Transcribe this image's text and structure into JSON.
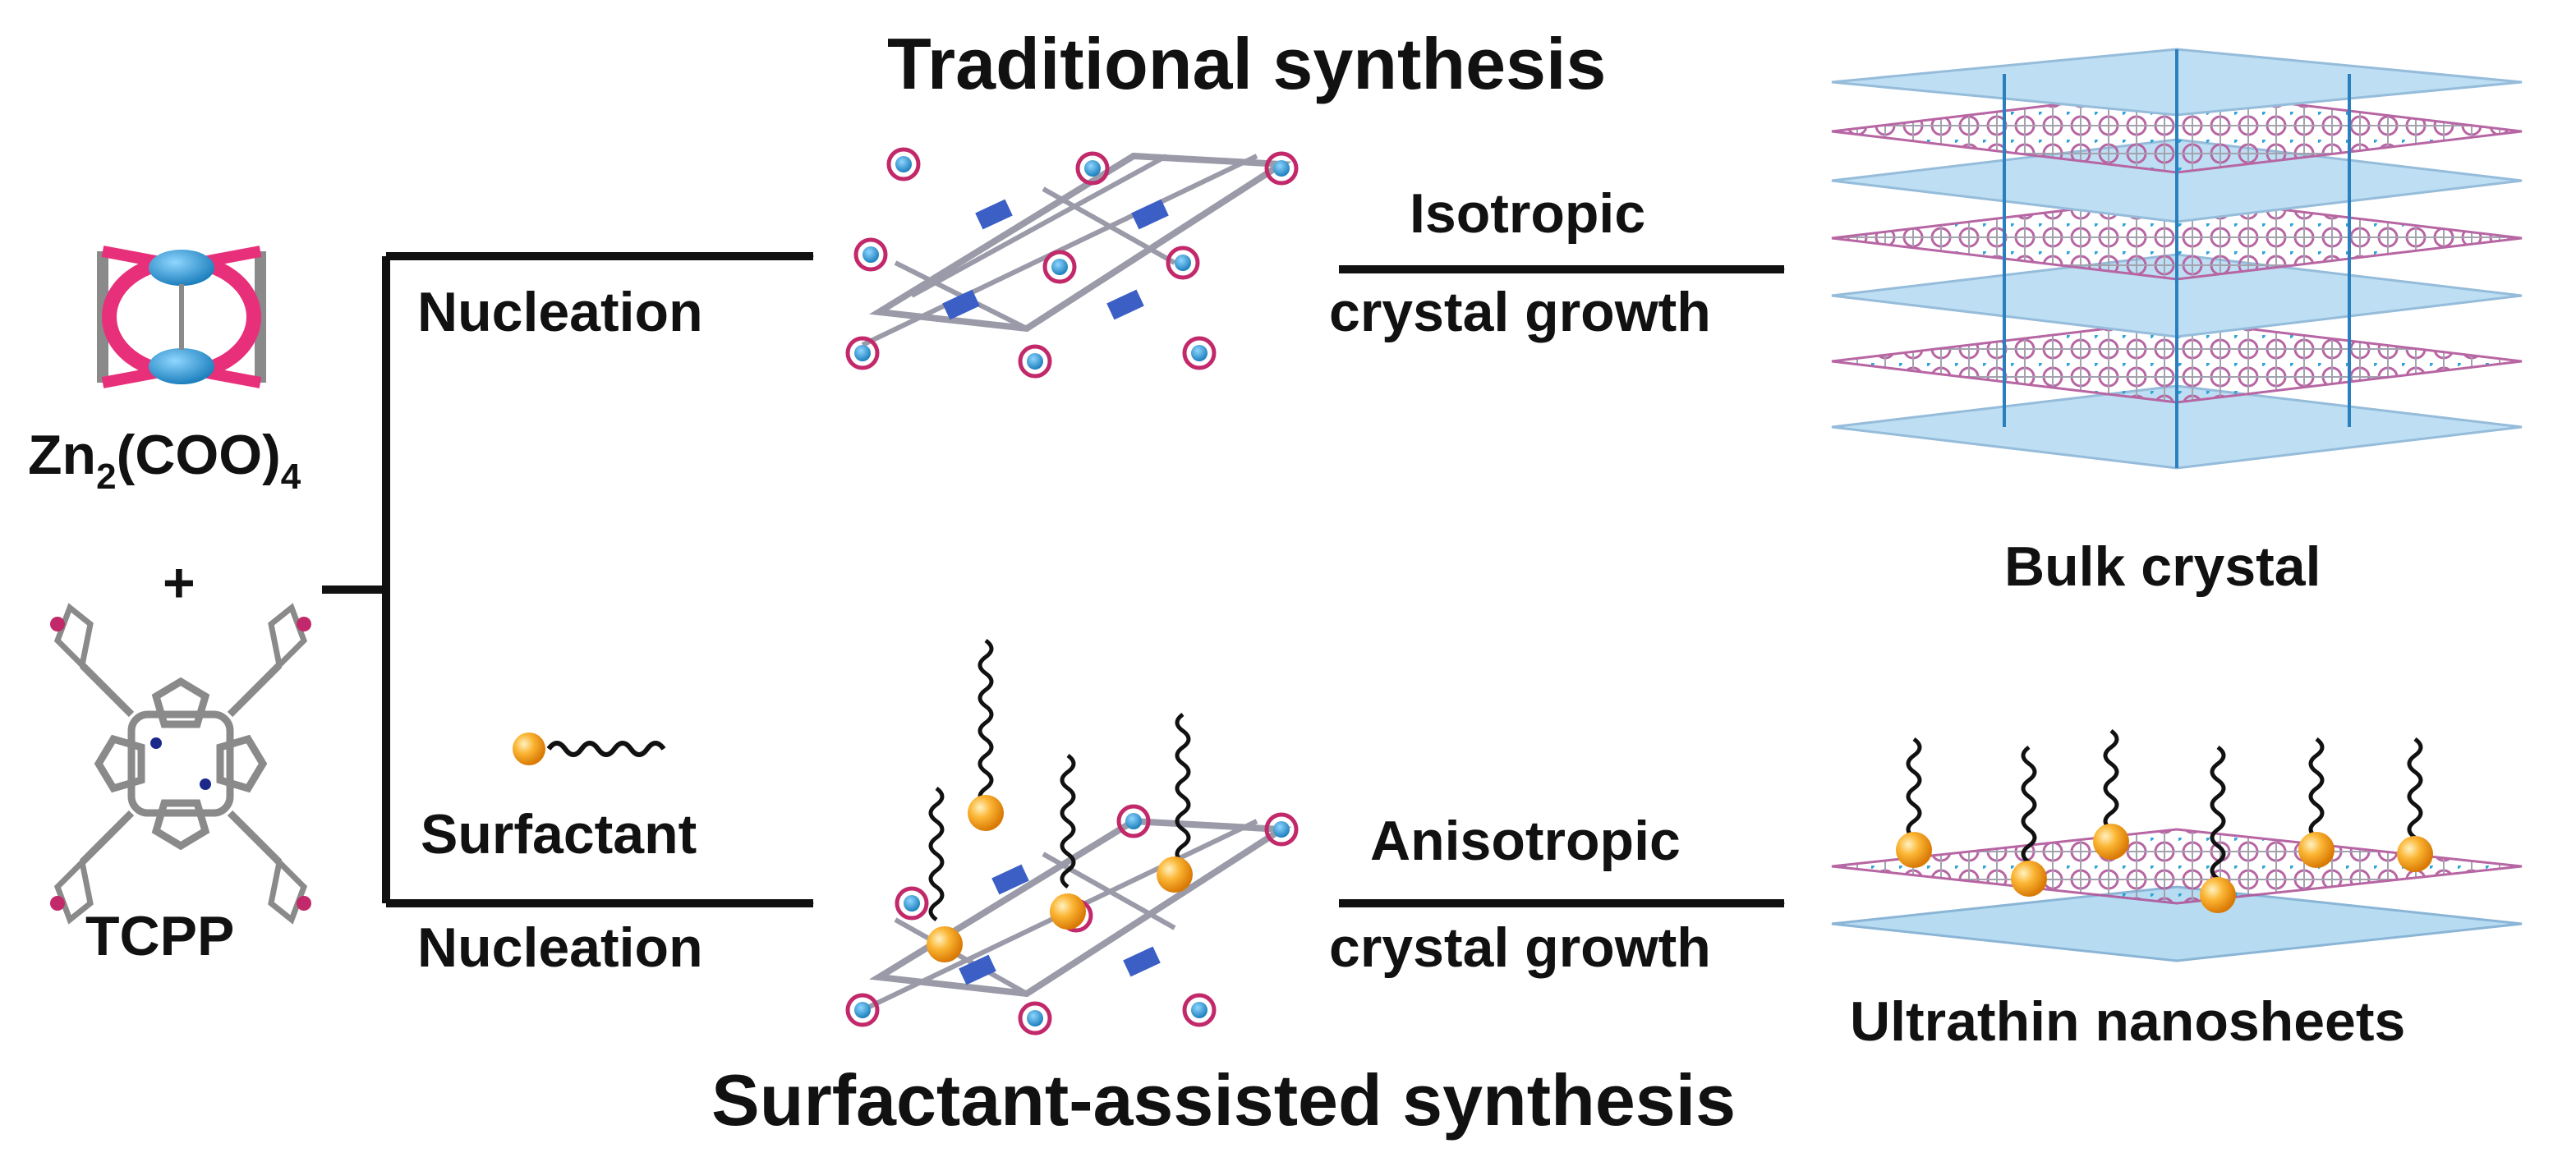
{
  "titles": {
    "top": "Traditional synthesis",
    "bottom": "Surfactant-assisted synthesis"
  },
  "reactants": {
    "metal_node_base": "Zn",
    "metal_node_sub1": "2",
    "metal_node_mid": "(COO)",
    "metal_node_sub2": "4",
    "plus": "+",
    "linker": "TCPP"
  },
  "top_path": {
    "step1": "Nucleation",
    "step2_line1": "Isotropic",
    "step2_line2": "crystal growth",
    "product": "Bulk crystal"
  },
  "bottom_path": {
    "additive": "Surfactant",
    "step1": "Nucleation",
    "step2_line1": "Anisotropic",
    "step2_line2": "crystal growth",
    "product": "Ultrathin nanosheets"
  },
  "colors": {
    "zn_node": "#1a9bd7",
    "carboxylate": "#e8307a",
    "linker_gray": "#8a8a8a",
    "sheet": "#b7dcf2",
    "lattice": "#b0569a",
    "surfactant_head": "#f7a21a",
    "arrow": "#111111"
  },
  "icons": {
    "metal_node": "paddlewheel-zn-cluster-icon",
    "linker": "porphyrin-tcpp-icon",
    "surfactant": "surfactant-molecule-icon"
  }
}
